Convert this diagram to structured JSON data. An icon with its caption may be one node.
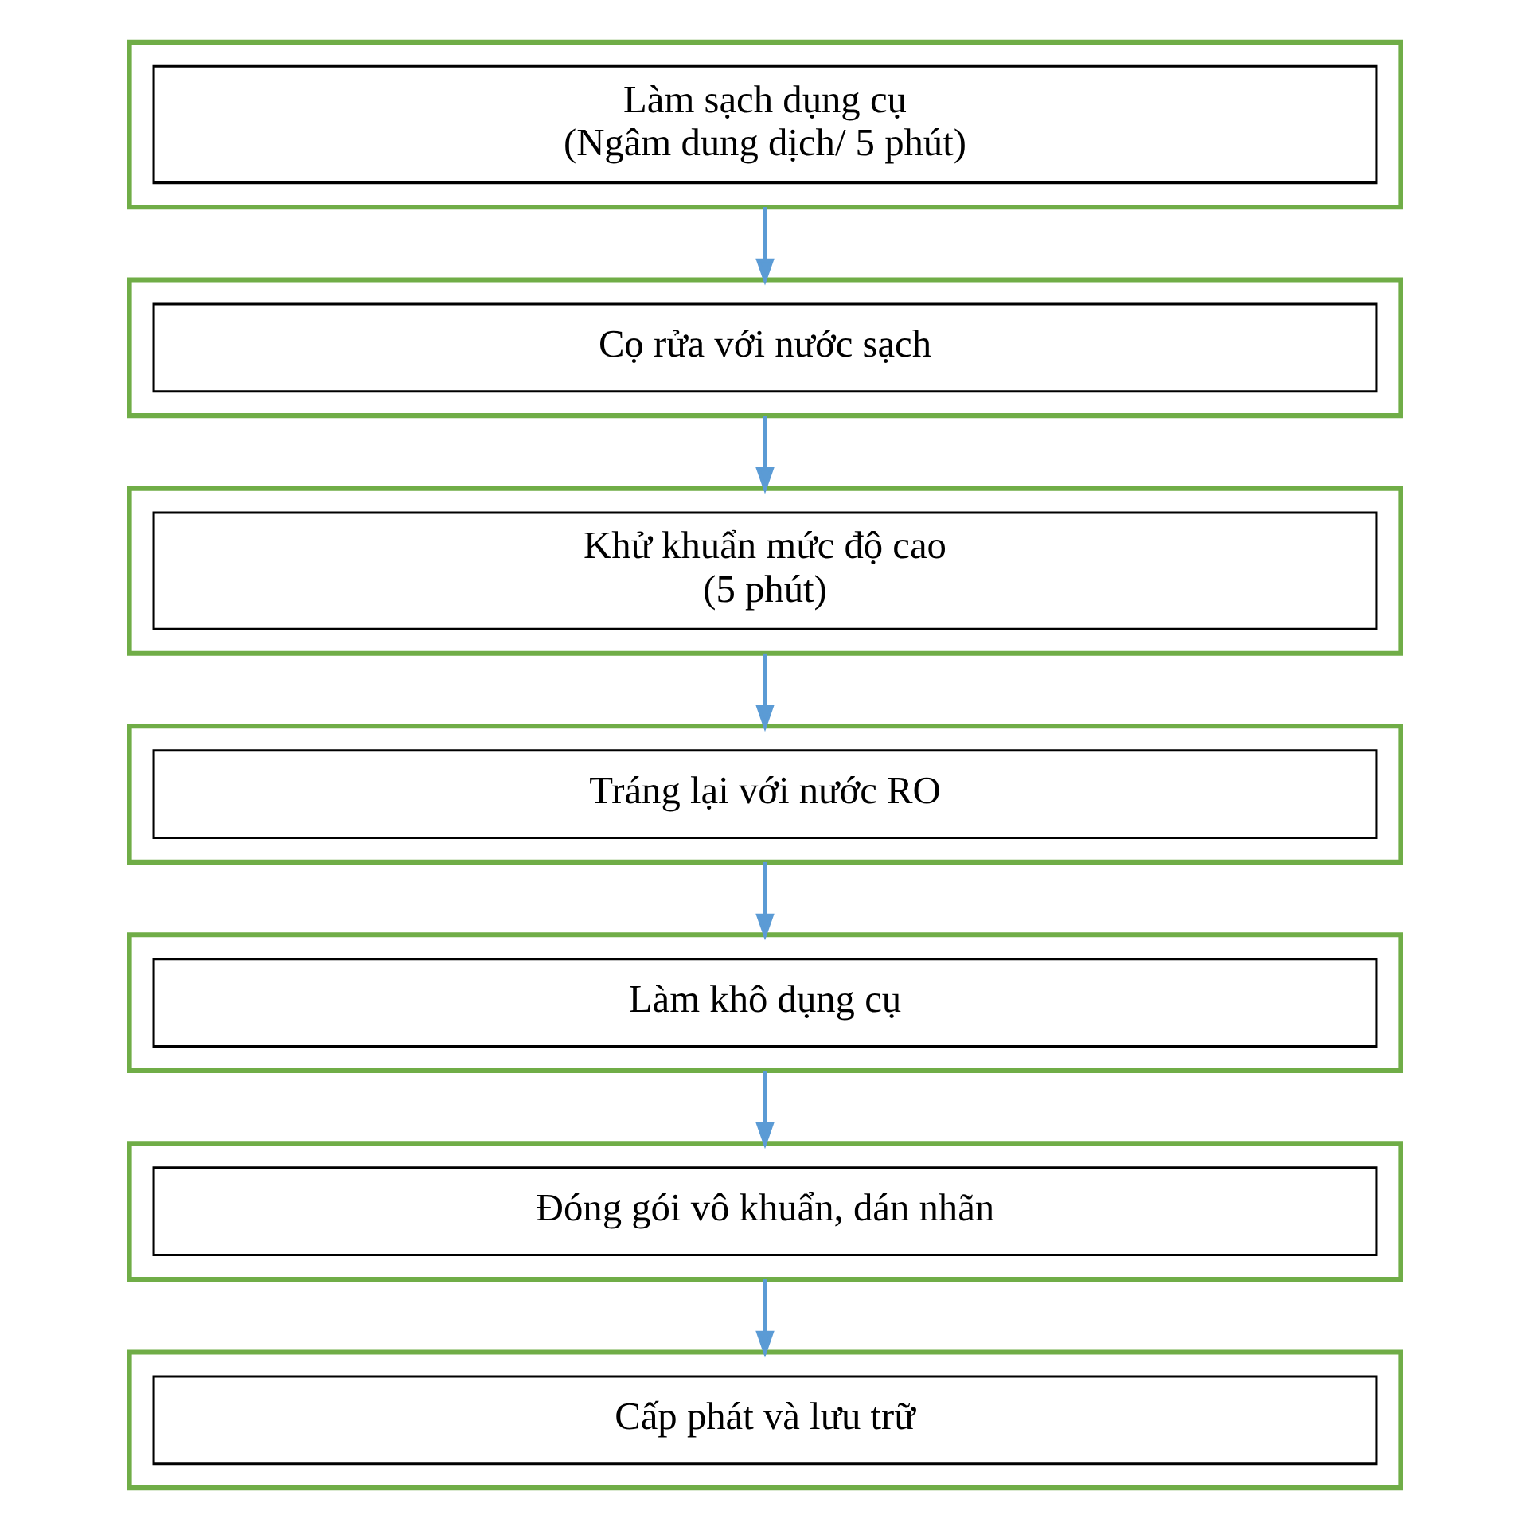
{
  "diagram": {
    "nodes": [
      {
        "text": [],
        "shape": "box"
      },
      {
        "text": [
          "Làm sạch dụng cụ",
          "(Ngâm dung dịch/ 5 phút)"
        ],
        "in": 0
      },
      {
        "text": [],
        "shape": "box"
      },
      {
        "text": [
          "Cọ rửa với nước sạch"
        ],
        "in": 2
      },
      {
        "text": [],
        "shape": "box"
      },
      {
        "text": [
          "Khử khuẩn mức độ cao",
          "(5 phút)"
        ],
        "in": 4
      },
      {
        "text": [],
        "shape": "box"
      },
      {
        "text": [
          "Tráng lại với nước RO"
        ],
        "in": 6
      },
      {
        "text": [],
        "shape": "box"
      },
      {
        "text": [
          "Làm khô dụng cụ"
        ],
        "in": 8
      },
      {
        "text": [],
        "shape": "box"
      },
      {
        "text": [
          "Đóng gói vô khuẩn, dán nhãn"
        ],
        "in": 10
      },
      {
        "text": [],
        "shape": "box"
      },
      {
        "text": [
          "Cấp phát và lưu trữ"
        ],
        "in": 12
      }
    ],
    "edges": [
      {
        "from": 0,
        "to": 2,
        "arrow": "to"
      },
      {
        "from": 2,
        "to": 4,
        "arrow": "to"
      },
      {
        "from": 4,
        "to": 6,
        "arrow": "to"
      },
      {
        "from": 6,
        "to": 8,
        "arrow": "to"
      },
      {
        "from": 8,
        "to": 10,
        "arrow": "to"
      },
      {
        "from": 10,
        "to": 12,
        "arrow": "to"
      }
    ]
  }
}
